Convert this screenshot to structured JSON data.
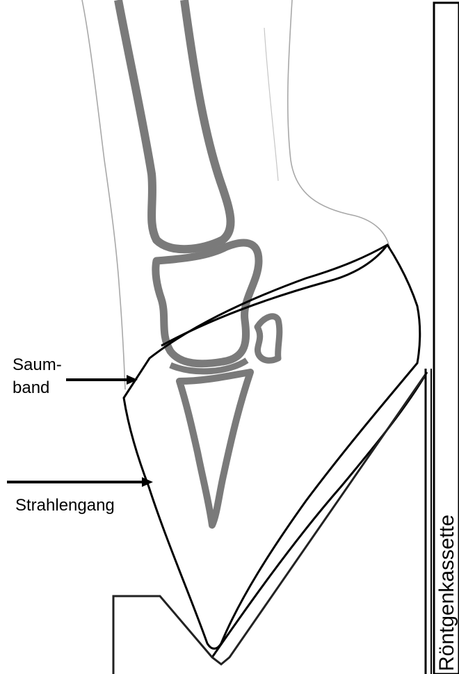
{
  "labels": {
    "saumband_line1": "Saum-",
    "saumband_line2": "band",
    "strahlengang": "Strahlengang",
    "roentgenkassette": "Röntgenkassette"
  },
  "colors": {
    "bone_outline": "#7a7a7a",
    "skin_outline": "#9a9a9a",
    "primary_stroke": "#000000",
    "background": "#ffffff"
  }
}
